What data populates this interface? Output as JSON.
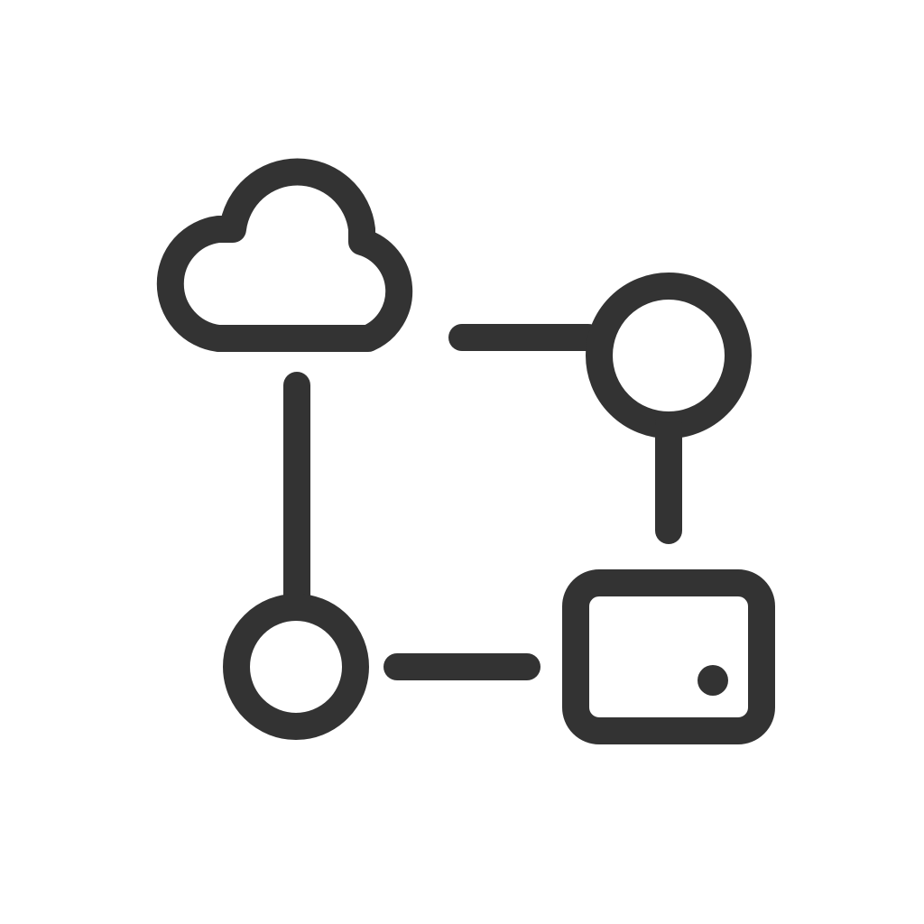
{
  "icon": {
    "name": "cloud-network-topology-icon",
    "style": "outline",
    "stroke_color": "#333333",
    "background_color": "#ffffff",
    "parts": [
      "cloud",
      "top-right-node",
      "bottom-left-node",
      "device"
    ]
  }
}
